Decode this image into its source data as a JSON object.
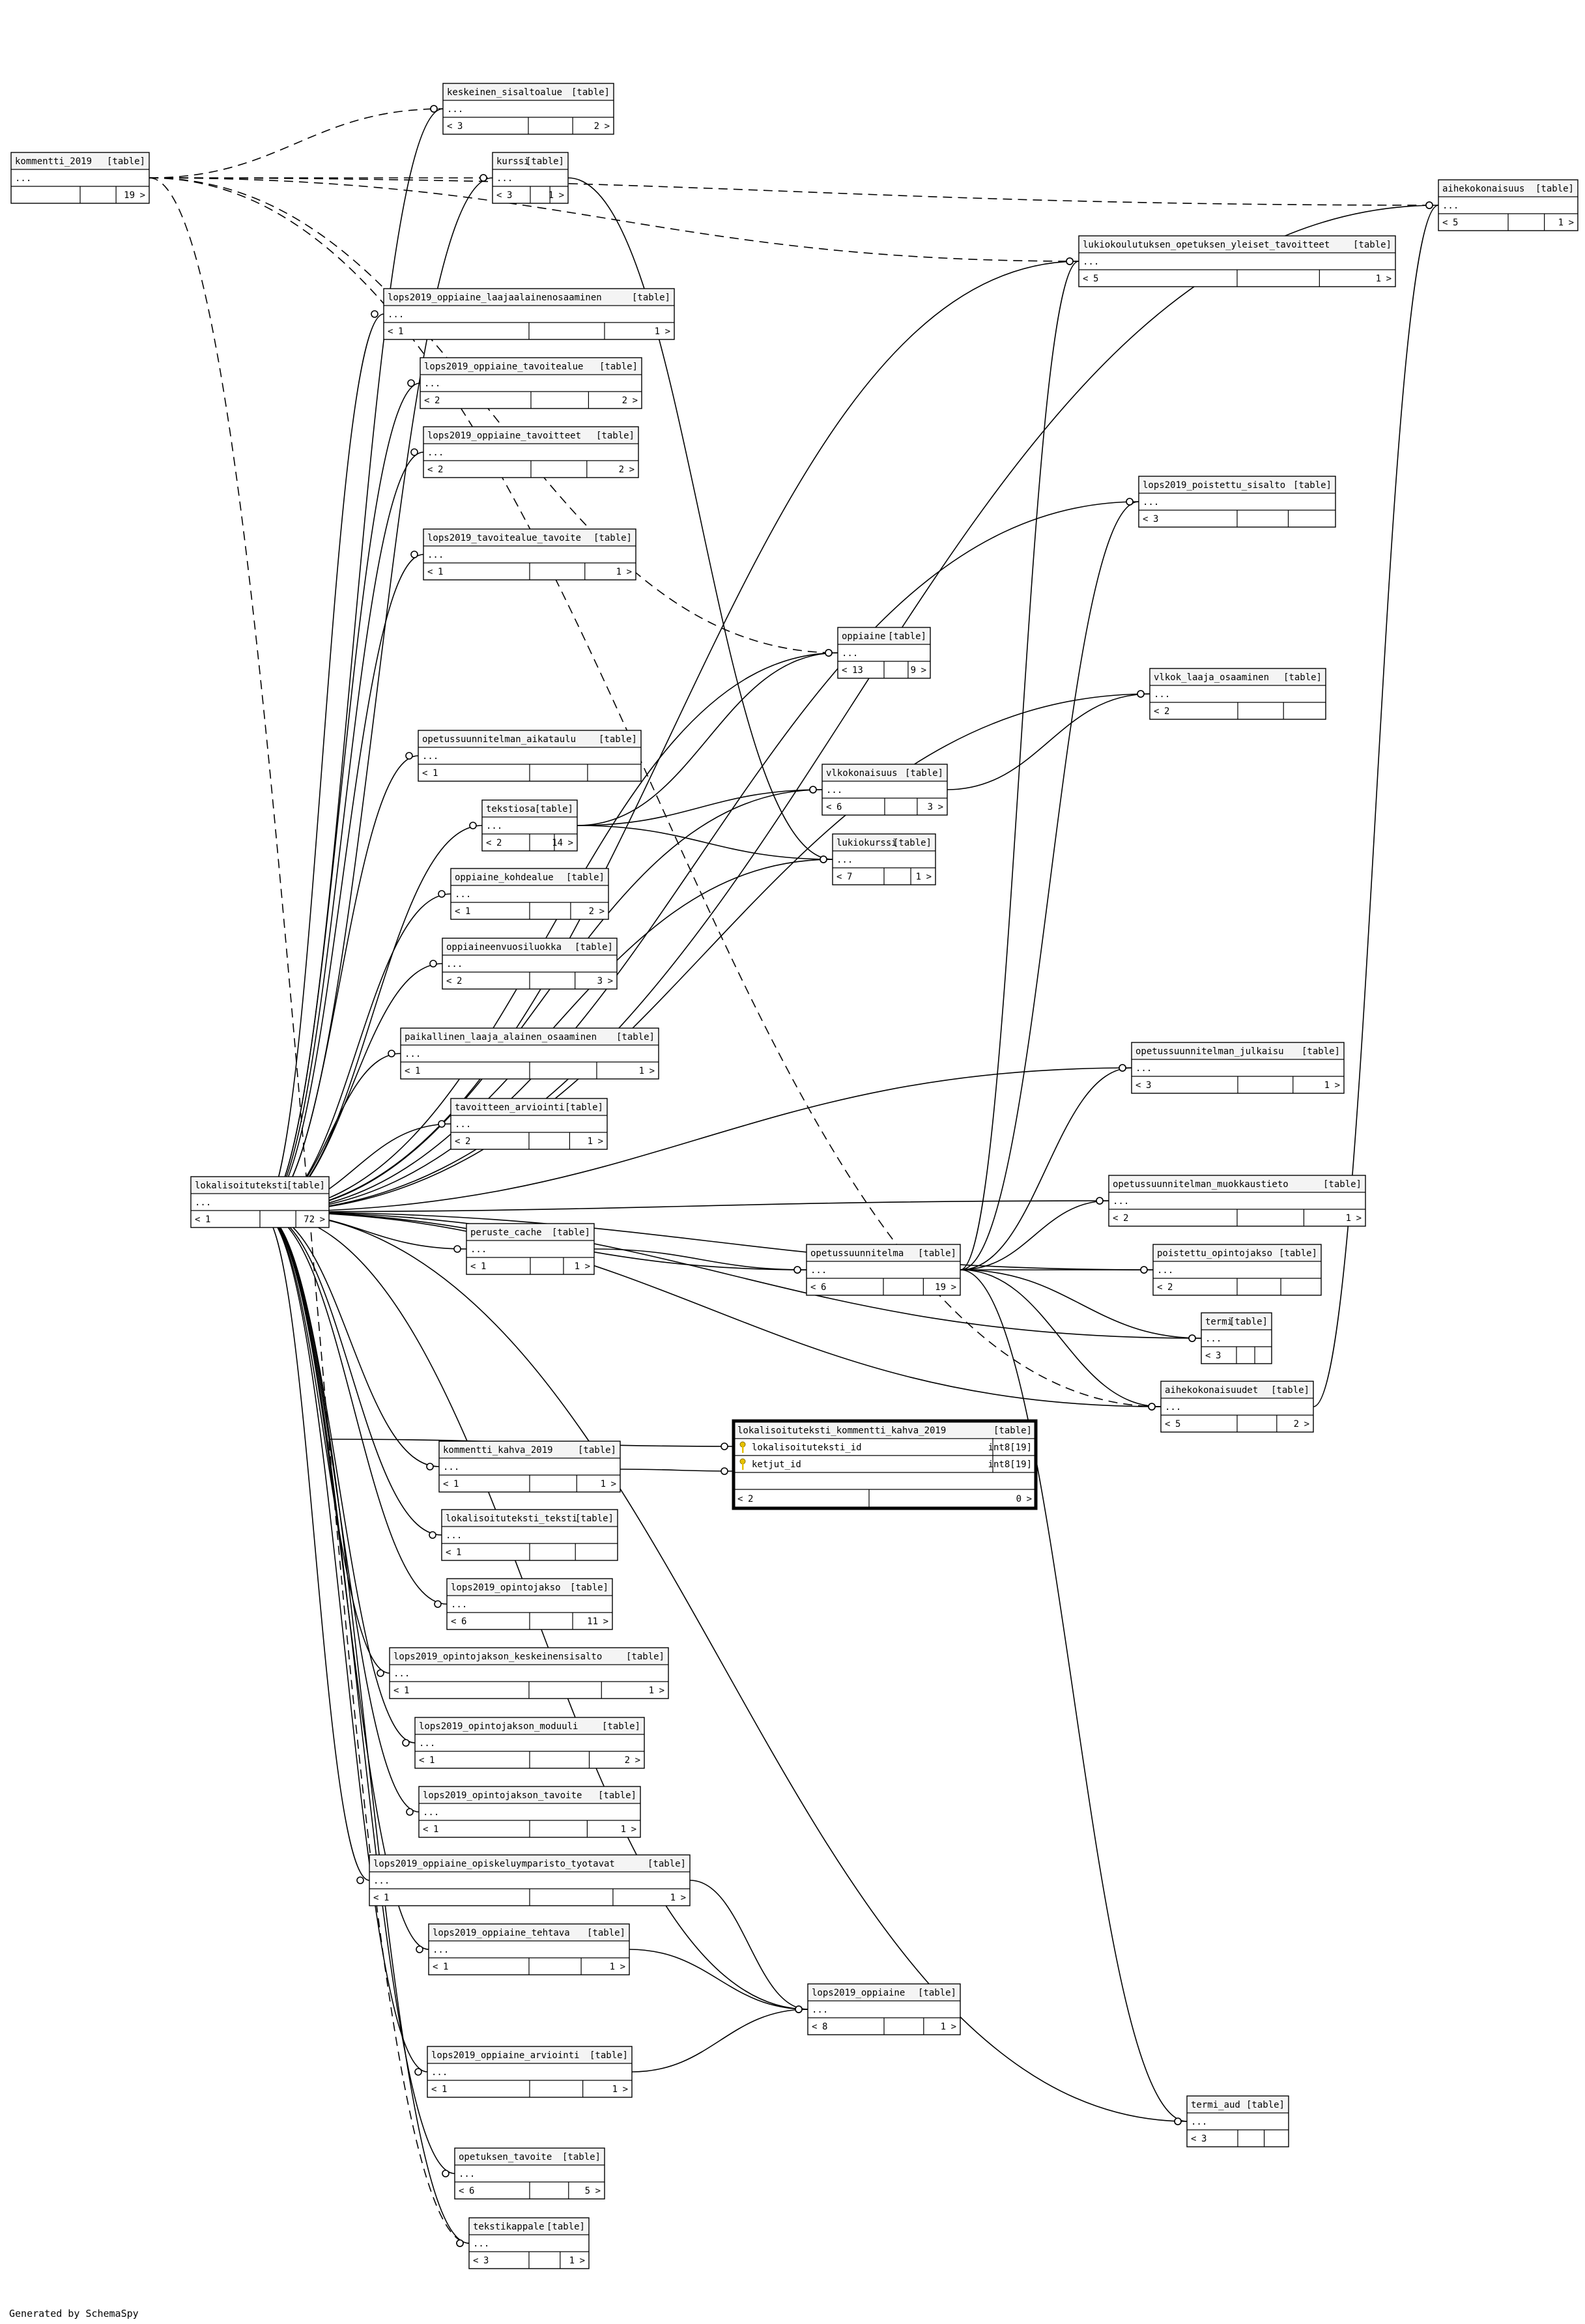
{
  "diagram": {
    "footer": "Generated by SchemaSpy",
    "table_tag": "[table]",
    "ellipsis": "...",
    "prev_marker": "<",
    "next_marker": ">",
    "focus_table": {
      "name": "lokalisoituteksti_kommentti_kahva_2019",
      "columns": [
        {
          "name": "lokalisoituteksti_id",
          "type": "int8[19]",
          "key_icon": "foreign-key-icon"
        },
        {
          "name": "ketjut_id",
          "type": "int8[19]",
          "key_icon": "foreign-key-icon"
        }
      ],
      "parents": "2",
      "children": "0"
    },
    "tables": [
      {
        "id": "t0",
        "name": "kommentti_2019",
        "parents": "",
        "children": "19"
      },
      {
        "id": "t1",
        "name": "keskeinen_sisaltoalue",
        "parents": "3",
        "children": "2"
      },
      {
        "id": "t2",
        "name": "kurssi",
        "parents": "3",
        "children": "1"
      },
      {
        "id": "t3",
        "name": "aihekokonaisuus",
        "parents": "5",
        "children": "1"
      },
      {
        "id": "t4",
        "name": "lukiokoulutuksen_opetuksen_yleiset_tavoitteet",
        "parents": "5",
        "children": "1"
      },
      {
        "id": "t5",
        "name": "lops2019_oppiaine_laajaalainenosaaminen",
        "parents": "1",
        "children": "1"
      },
      {
        "id": "t6",
        "name": "lops2019_oppiaine_tavoitealue",
        "parents": "2",
        "children": "2"
      },
      {
        "id": "t7",
        "name": "lops2019_oppiaine_tavoitteet",
        "parents": "2",
        "children": "2"
      },
      {
        "id": "t8",
        "name": "lops2019_poistettu_sisalto",
        "parents": "3",
        "children": ""
      },
      {
        "id": "t9",
        "name": "lops2019_tavoitealue_tavoite",
        "parents": "1",
        "children": "1"
      },
      {
        "id": "t10",
        "name": "oppiaine",
        "parents": "13",
        "children": "9"
      },
      {
        "id": "t11",
        "name": "vlkok_laaja_osaaminen",
        "parents": "2",
        "children": ""
      },
      {
        "id": "t12",
        "name": "opetussuunnitelman_aikataulu",
        "parents": "1",
        "children": ""
      },
      {
        "id": "t13",
        "name": "vlkokonaisuus",
        "parents": "6",
        "children": "3"
      },
      {
        "id": "t14",
        "name": "tekstiosa",
        "parents": "2",
        "children": "14"
      },
      {
        "id": "t15",
        "name": "lukiokurssi",
        "parents": "7",
        "children": "1"
      },
      {
        "id": "t16",
        "name": "oppiaine_kohdealue",
        "parents": "1",
        "children": "2"
      },
      {
        "id": "t17",
        "name": "oppiaineenvuosiluokka",
        "parents": "2",
        "children": "3"
      },
      {
        "id": "t18",
        "name": "paikallinen_laaja_alainen_osaaminen",
        "parents": "1",
        "children": "1"
      },
      {
        "id": "t19",
        "name": "opetussuunnitelman_julkaisu",
        "parents": "3",
        "children": "1"
      },
      {
        "id": "t20",
        "name": "tavoitteen_arviointi",
        "parents": "2",
        "children": "1"
      },
      {
        "id": "t21",
        "name": "lokalisoituteksti",
        "parents": "1",
        "children": "72"
      },
      {
        "id": "t22",
        "name": "opetussuunnitelman_muokkaustieto",
        "parents": "2",
        "children": "1"
      },
      {
        "id": "t23",
        "name": "peruste_cache",
        "parents": "1",
        "children": "1"
      },
      {
        "id": "t24",
        "name": "opetussuunnitelma",
        "parents": "6",
        "children": "19"
      },
      {
        "id": "t25",
        "name": "poistettu_opintojakso",
        "parents": "2",
        "children": ""
      },
      {
        "id": "t26",
        "name": "termi",
        "parents": "3",
        "children": ""
      },
      {
        "id": "t27",
        "name": "aihekokonaisuudet",
        "parents": "5",
        "children": "2"
      },
      {
        "id": "t28",
        "name": "kommentti_kahva_2019",
        "parents": "1",
        "children": "1"
      },
      {
        "id": "t29",
        "name": "lokalisoituteksti_teksti",
        "parents": "1",
        "children": ""
      },
      {
        "id": "t30",
        "name": "lops2019_opintojakso",
        "parents": "6",
        "children": "11"
      },
      {
        "id": "t31",
        "name": "lops2019_opintojakson_keskeinensisalto",
        "parents": "1",
        "children": "1"
      },
      {
        "id": "t32",
        "name": "lops2019_opintojakson_moduuli",
        "parents": "1",
        "children": "2"
      },
      {
        "id": "t33",
        "name": "lops2019_opintojakson_tavoite",
        "parents": "1",
        "children": "1"
      },
      {
        "id": "t34",
        "name": "lops2019_oppiaine_opiskeluymparisto_tyotavat",
        "parents": "1",
        "children": "1"
      },
      {
        "id": "t35",
        "name": "lops2019_oppiaine_tehtava",
        "parents": "1",
        "children": "1"
      },
      {
        "id": "t36",
        "name": "lops2019_oppiaine",
        "parents": "8",
        "children": "1"
      },
      {
        "id": "t37",
        "name": "lops2019_oppiaine_arviointi",
        "parents": "1",
        "children": "1"
      },
      {
        "id": "t38",
        "name": "termi_aud",
        "parents": "3",
        "children": ""
      },
      {
        "id": "t39",
        "name": "opetuksen_tavoite",
        "parents": "6",
        "children": "5"
      },
      {
        "id": "t40",
        "name": "tekstikappale",
        "parents": "3",
        "children": "1"
      }
    ]
  }
}
